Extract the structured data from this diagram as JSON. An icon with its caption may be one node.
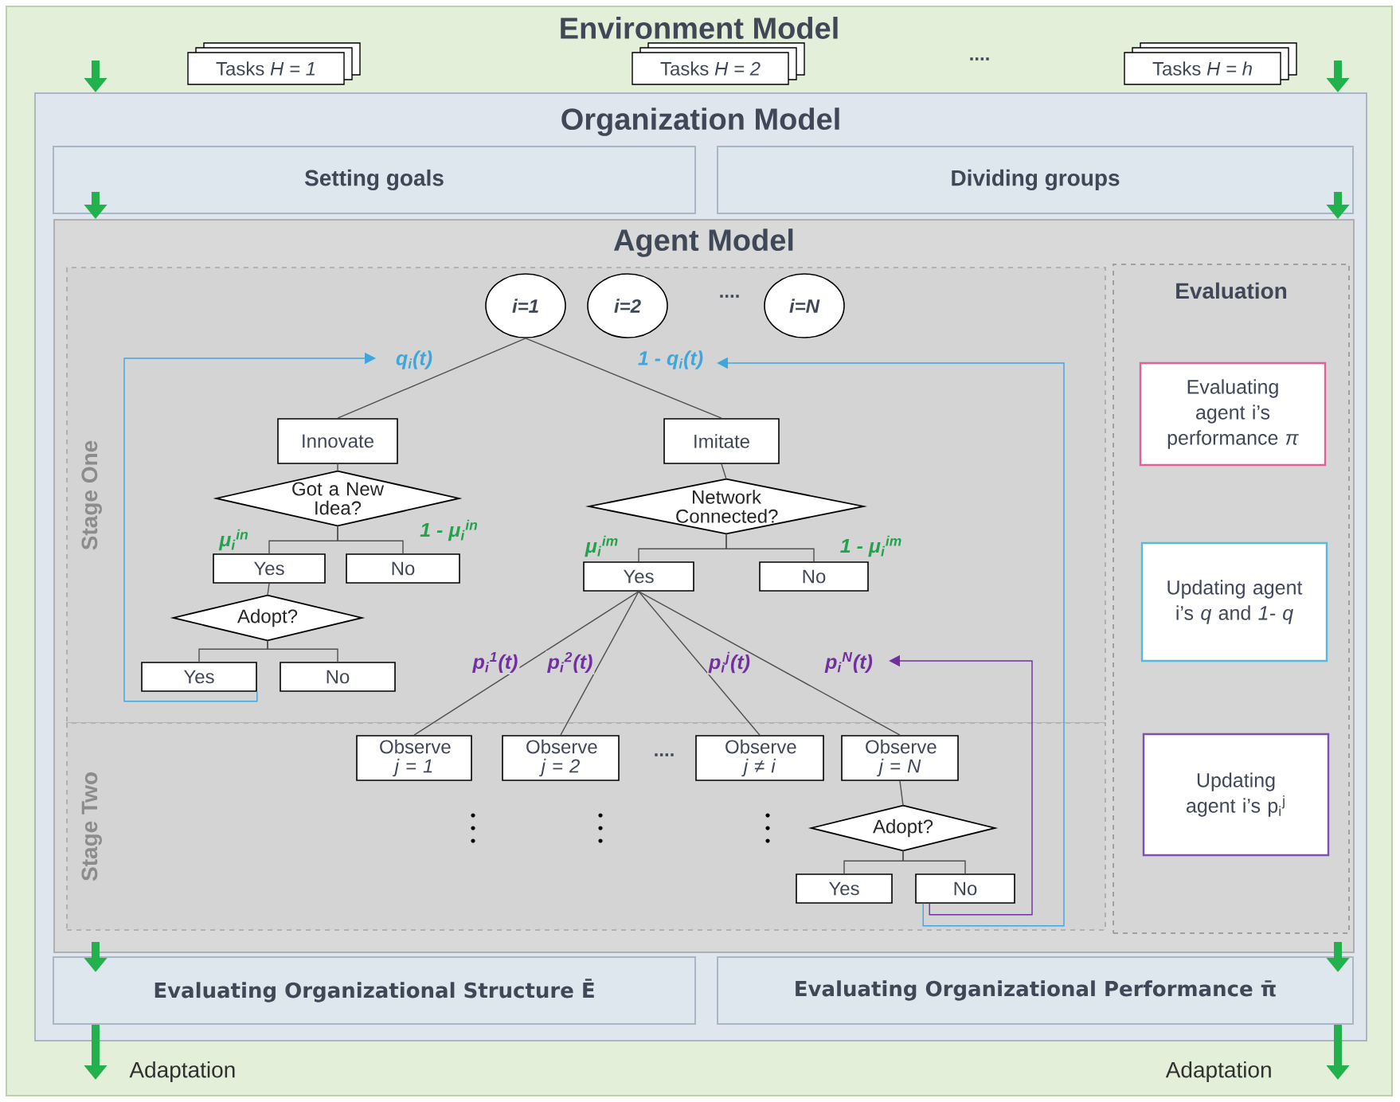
{
  "diagram": {
    "nodes": [
      {
        "text": [
          "Environment Model"
        ]
      },
      {
        "text": [
          "Tasks *H = 1*"
        ],
        "in": 0
      },
      {
        "text": [
          "Tasks *H = 2*"
        ],
        "in": 0
      },
      {
        "text": [
          "Tasks *H = h*"
        ],
        "in": 0
      },
      {
        "text": [
          "Organization Model"
        ],
        "in": 0
      },
      {
        "text": [
          "Setting goals"
        ],
        "in": 4
      },
      {
        "text": [
          "Dividing groups"
        ],
        "in": 4
      },
      {
        "text": [
          "Agent Model"
        ],
        "in": 4
      },
      {
        "text": [
          "Stage One"
        ],
        "in": 7
      },
      {
        "text": [
          "i=1"
        ],
        "in": 8
      },
      {
        "text": [
          "i=2"
        ],
        "in": 8
      },
      {
        "text": [
          "i=N"
        ],
        "in": 8
      },
      {
        "text": [
          "Innovate"
        ],
        "in": 8
      },
      {
        "text": [
          "Imitate"
        ],
        "in": 8
      },
      {
        "text": [
          "Got a New Idea?"
        ],
        "in": 8
      },
      {
        "text": [
          "Network Connected?"
        ],
        "in": 8
      },
      {
        "text": [
          "Yes"
        ],
        "in": 8
      },
      {
        "text": [
          "No"
        ],
        "in": 8
      },
      {
        "text": [
          "Yes"
        ],
        "in": 8
      },
      {
        "text": [
          "No"
        ],
        "in": 8
      },
      {
        "text": [
          "Adopt?"
        ],
        "in": 8
      },
      {
        "text": [
          "Yes"
        ],
        "in": 8
      },
      {
        "text": [
          "No"
        ],
        "in": 8
      },
      {
        "text": [
          "Stage Two"
        ],
        "in": 7
      },
      {
        "text": [
          "Observe *j = 1*"
        ],
        "in": 23
      },
      {
        "text": [
          "Observe *j = 2*"
        ],
        "in": 23
      },
      {
        "text": [
          "Observe *j ≠ i*"
        ],
        "in": 23
      },
      {
        "text": [
          "Observe *j = N*"
        ],
        "in": 23
      },
      {
        "text": [
          "Adopt?"
        ],
        "in": 23
      },
      {
        "text": [
          "Yes"
        ],
        "in": 23
      },
      {
        "text": [
          "No"
        ],
        "in": 23
      },
      {
        "text": [
          "Evaluation"
        ],
        "in": 7
      },
      {
        "text": [
          "Evaluating agent i’s performance *π*"
        ],
        "in": 31
      },
      {
        "text": [
          "Updating agent i’s *q* and *1- q*"
        ],
        "in": 31
      },
      {
        "text": [
          "Updating agent i’s p$_{i}$$^{j}$"
        ],
        "in": 31
      },
      {
        "text": [
          "Evaluating Organizational Structure Ē"
        ],
        "in": 4
      },
      {
        "text": [
          "Evaluating Organizational  Performance π̄"
        ],
        "in": 4
      }
    ],
    "edges": [
      {
        "from": null,
        "to": 4,
        "arrow": "to",
        "style": "thick",
        "color": "#22b14c"
      },
      {
        "from": null,
        "to": 4,
        "arrow": "to",
        "style": "thick",
        "color": "#22b14c"
      },
      {
        "from": 5,
        "to": 7,
        "arrow": "to",
        "style": "thick",
        "color": "#22b14c"
      },
      {
        "from": 6,
        "to": 7,
        "arrow": "to",
        "style": "thick",
        "color": "#22b14c"
      },
      {
        "from": 7,
        "to": 35,
        "arrow": "to",
        "style": "thick",
        "color": "#22b14c"
      },
      {
        "from": 7,
        "to": 36,
        "arrow": "to",
        "style": "thick",
        "color": "#22b14c"
      },
      {
        "from": 35,
        "to": null,
        "arrow": "to",
        "label": "Adaptation",
        "style": "thick",
        "color": "#22b14c"
      },
      {
        "from": 36,
        "to": null,
        "arrow": "to",
        "label": "Adaptation",
        "style": "thick",
        "color": "#22b14c"
      },
      {
        "from": 9,
        "to": 12,
        "arrow": "none",
        "label": "q$_{i}$(t)"
      },
      {
        "from": 9,
        "to": 13,
        "arrow": "none",
        "label": "1 - q$_{i}$(t)"
      },
      {
        "from": 12,
        "to": 14,
        "arrow": "none"
      },
      {
        "from": 13,
        "to": 15,
        "arrow": "none"
      },
      {
        "from": 14,
        "to": 16,
        "arrow": "none",
        "label": "μ$_{i}$$^{in}$"
      },
      {
        "from": 14,
        "to": 17,
        "arrow": "none",
        "label": "1 - μ$_{i}$$^{in}$"
      },
      {
        "from": 15,
        "to": 18,
        "arrow": "none",
        "label": "μ$_{i}$$^{im}$"
      },
      {
        "from": 15,
        "to": 19,
        "arrow": "none",
        "label": "1 - μ$_{i}$$^{im}$"
      },
      {
        "from": 16,
        "to": 20,
        "arrow": "none"
      },
      {
        "from": 20,
        "to": 21,
        "arrow": "none"
      },
      {
        "from": 20,
        "to": 22,
        "arrow": "none"
      },
      {
        "from": 18,
        "to": 24,
        "arrow": "none",
        "label": "p$_{i}$$^{1}$(t)"
      },
      {
        "from": 18,
        "to": 25,
        "arrow": "none",
        "label": "p$_{i}$$^{2}$(t)"
      },
      {
        "from": 18,
        "to": 26,
        "arrow": "none",
        "label": "p$_{i}$$^{j}$(t)"
      },
      {
        "from": 18,
        "to": 27,
        "arrow": "none",
        "label": "p$_{i}$$^{N}$(t)"
      },
      {
        "from": 27,
        "to": 28,
        "arrow": "none"
      },
      {
        "from": 28,
        "to": 29,
        "arrow": "none"
      },
      {
        "from": 28,
        "to": 30,
        "arrow": "none"
      },
      {
        "from": 21,
        "to": null,
        "arrow": "to",
        "color": "#3ea6dc"
      },
      {
        "from": 30,
        "to": null,
        "arrow": "to",
        "color": "#3ea6dc"
      },
      {
        "from": 30,
        "to": null,
        "arrow": "to",
        "color": "#7030a0"
      }
    ],
    "labels": [
      "....",
      "....",
      "...."
    ]
  }
}
